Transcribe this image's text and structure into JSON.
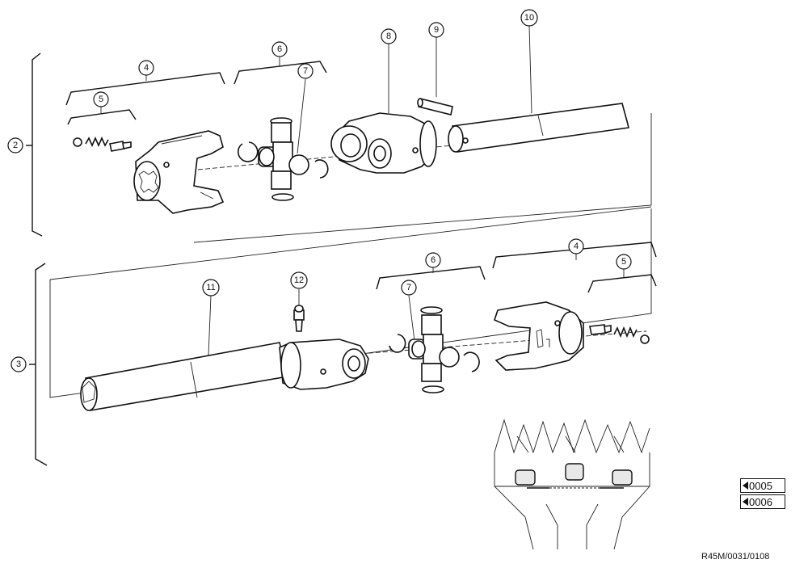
{
  "figure": {
    "reference_code": "R45M/0031/0108",
    "callouts": [
      "2",
      "3",
      "4",
      "5",
      "6",
      "7",
      "8",
      "9",
      "10",
      "11",
      "12"
    ]
  },
  "navigation": {
    "prev_label": "0005",
    "next_label": "0006"
  }
}
